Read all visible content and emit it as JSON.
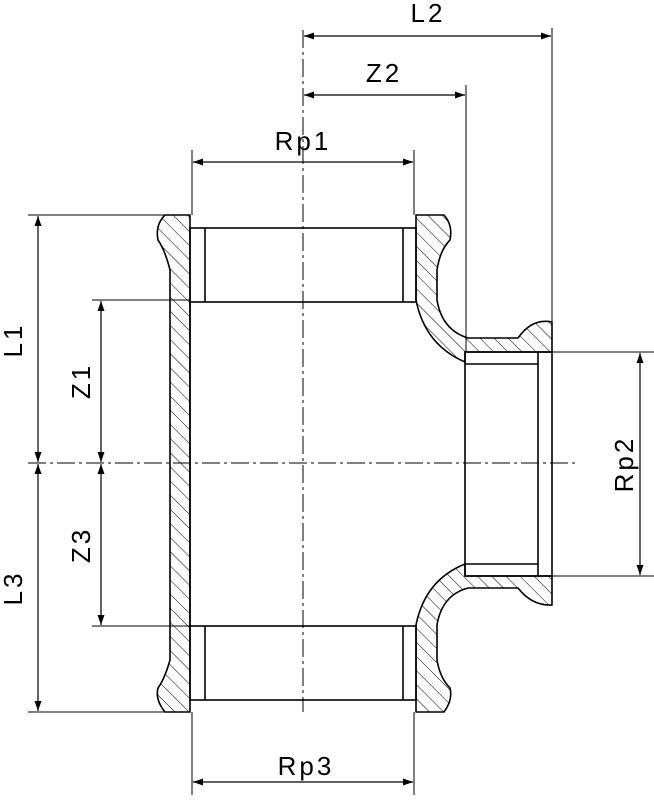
{
  "drawing": {
    "labels": {
      "L1": "L1",
      "L2": "L2",
      "L3": "L3",
      "Z1": "Z1",
      "Z2": "Z2",
      "Z3": "Z3",
      "Rp1": "Rp1",
      "Rp2": "Rp2",
      "Rp3": "Rp3"
    }
  }
}
